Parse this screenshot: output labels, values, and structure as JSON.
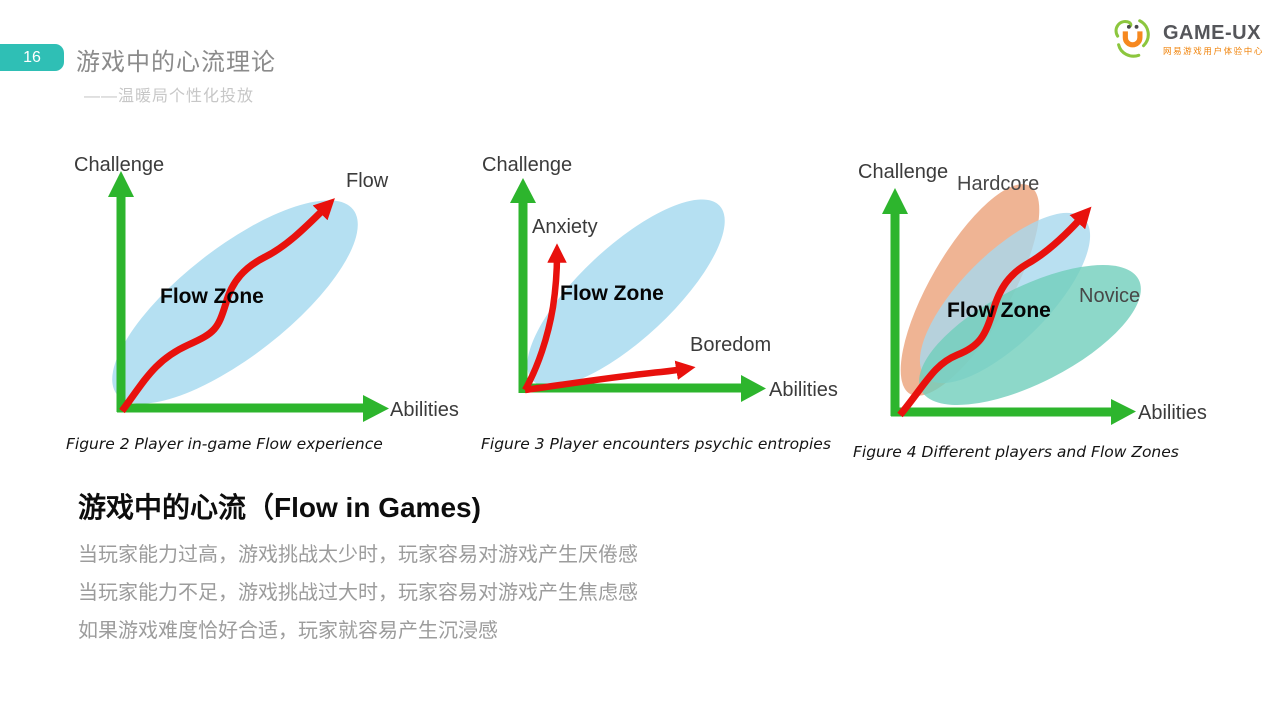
{
  "page": {
    "number": "16",
    "title": "游戏中的心流理论",
    "subtitle": "——温暖局个性化投放"
  },
  "logo": {
    "name": "GAME-UX",
    "subtitle": "网易游戏用户体验中心"
  },
  "figures": [
    {
      "caption": "Figure 2 Player in-game Flow experience",
      "y_axis": "Challenge",
      "x_axis": "Abilities",
      "zone_label": "Flow Zone",
      "labels": [
        "Flow"
      ]
    },
    {
      "caption": "Figure 3 Player encounters psychic entropies",
      "y_axis": "Challenge",
      "x_axis": "Abilities",
      "zone_label": "Flow Zone",
      "labels": [
        "Anxiety",
        "Boredom"
      ]
    },
    {
      "caption": "Figure 4 Different players and Flow Zones",
      "y_axis": "Challenge",
      "x_axis": "Abilities",
      "zone_label": "Flow Zone",
      "labels": [
        "Hardcore",
        "Novice"
      ]
    }
  ],
  "content": {
    "heading": "游戏中的心流（Flow in Games)",
    "lines": [
      "当玩家能力过高，游戏挑战太少时，玩家容易对游戏产生厌倦感",
      "当玩家能力不足，游戏挑战过大时，玩家容易对游戏产生焦虑感",
      "如果游戏难度恰好合适，玩家就容易产生沉浸感"
    ]
  },
  "colors": {
    "accent_teal": "#2fbfb5",
    "axis_green": "#2db52d",
    "flow_red": "#e8110d",
    "flow_zone_blue": "#b5e0f2",
    "hardcore_orange": "#eba47c",
    "novice_teal": "#70cebb",
    "logo_orange": "#f6881f",
    "logo_green": "#8cc63e"
  }
}
